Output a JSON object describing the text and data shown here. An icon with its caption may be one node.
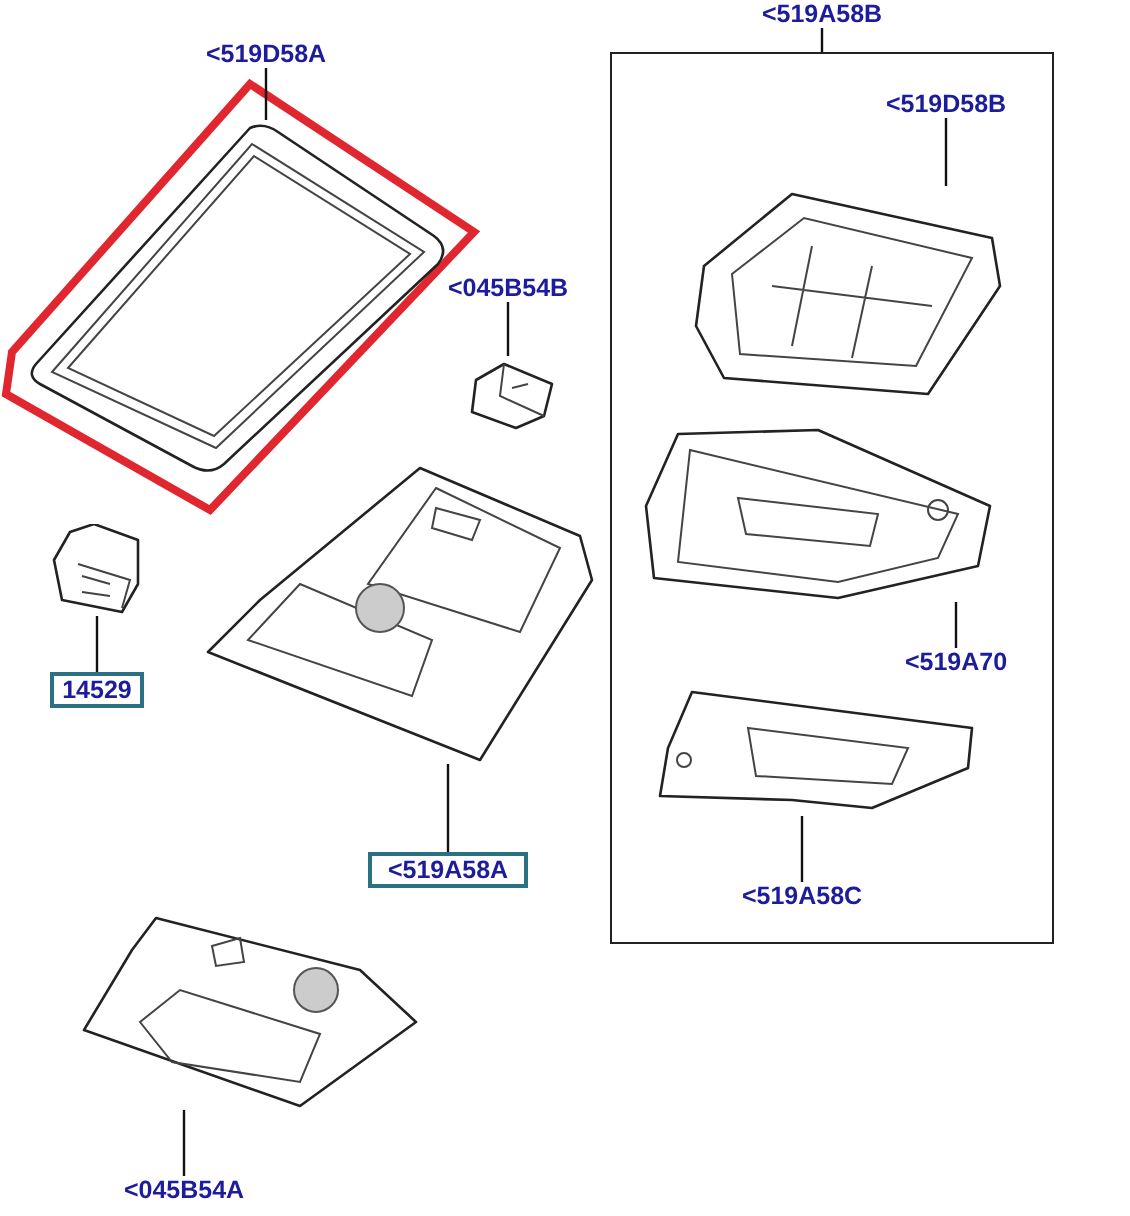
{
  "diagram": {
    "nodes": [
      {
        "text": [
          "<519D58A"
        ]
      },
      {
        "text": [],
        "shape": "picture"
      },
      {
        "text": [
          "<045B54B"
        ]
      },
      {
        "text": [],
        "shape": "picture"
      },
      {
        "text": [
          "14529"
        ]
      },
      {
        "text": [],
        "shape": "picture"
      },
      {
        "text": [
          "<519A58A"
        ]
      },
      {
        "text": [],
        "shape": "picture"
      },
      {
        "text": [
          "<045B54A"
        ]
      },
      {
        "text": [],
        "shape": "picture"
      },
      {
        "text": [
          "<519A58B"
        ]
      },
      {
        "text": [],
        "shape": "box"
      },
      {
        "text": [
          "<519D58B"
        ],
        "in": 11
      },
      {
        "text": [],
        "shape": "picture",
        "in": 11
      },
      {
        "text": [
          "<519A70"
        ],
        "in": 11
      },
      {
        "text": [],
        "shape": "picture",
        "in": 11
      },
      {
        "text": [
          "<519A58C"
        ],
        "in": 11
      },
      {
        "text": [],
        "shape": "picture",
        "in": 11
      }
    ],
    "edges": [
      {
        "from": 0,
        "to": 1,
        "arrow": "none"
      },
      {
        "from": 2,
        "to": 3,
        "arrow": "none"
      },
      {
        "from": 4,
        "to": 5,
        "arrow": "none"
      },
      {
        "from": 6,
        "to": 7,
        "arrow": "none"
      },
      {
        "from": 8,
        "to": 9,
        "arrow": "none"
      },
      {
        "from": 10,
        "to": 11,
        "arrow": "none"
      },
      {
        "from": 12,
        "to": 13,
        "arrow": "none"
      },
      {
        "from": 14,
        "to": 15,
        "arrow": "none"
      },
      {
        "from": 16,
        "to": 17,
        "arrow": "none"
      }
    ]
  }
}
